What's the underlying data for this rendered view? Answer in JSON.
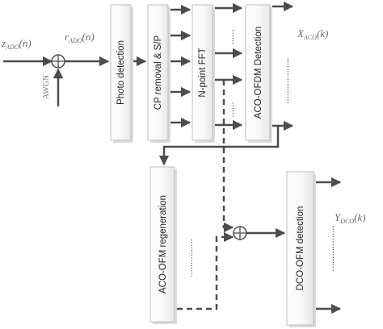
{
  "colors": {
    "line": "#4d4d4d",
    "block_border": "#bdbdbd",
    "block_shadow": "#d6d6d6",
    "label_muted": "#6a6a6a"
  },
  "signals": {
    "input": "z_ADO(n)",
    "received": "r_ADO(n)",
    "noise": "AWGN",
    "aco_output": "X_ACO(k)",
    "dco_output": "Y_DCO(k)"
  },
  "blocks": {
    "photo_detection": "Photo detection",
    "cp_removal": "CP removal & S/P",
    "fft": "N-point FFT",
    "aco_detection": "ACO-OFDM Detection",
    "aco_regeneration": "ACO-OFM regeneration",
    "dco_detection": "DCO-OFM detection"
  },
  "icons": {
    "adder": "circle-plus-icon"
  }
}
